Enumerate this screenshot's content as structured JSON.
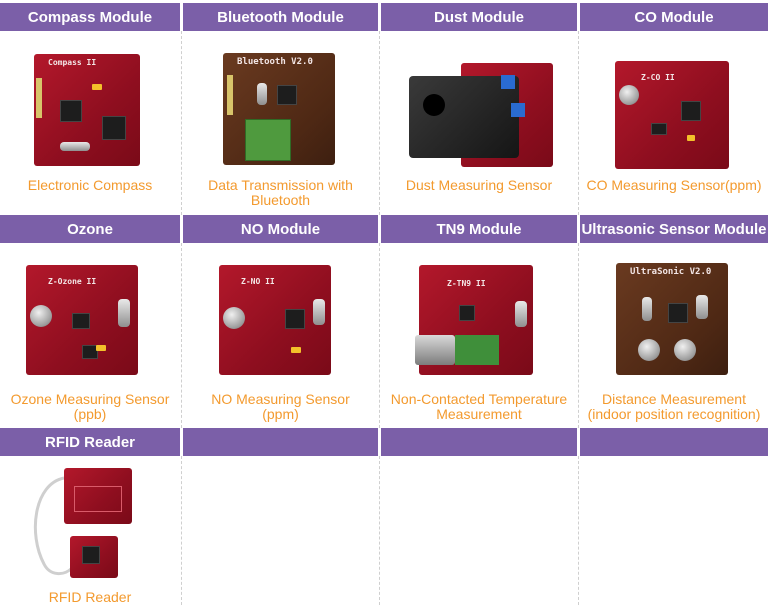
{
  "modules": [
    {
      "title": "Compass Module",
      "caption_lines": [
        "Electronic Compass"
      ],
      "board_text": "Compass II"
    },
    {
      "title": "Bluetooth Module",
      "caption_lines": [
        "Data Transmission with",
        "Bluetooth"
      ],
      "board_text": "Bluetooth V2.0"
    },
    {
      "title": "Dust Module",
      "caption_lines": [
        "Dust Measuring Sensor"
      ],
      "board_text": ""
    },
    {
      "title": "CO Module",
      "caption_lines": [
        "CO Measuring Sensor(ppm)"
      ],
      "board_text": "Z-CO II"
    },
    {
      "title": "Ozone",
      "caption_lines": [
        "Ozone Measuring Sensor",
        "(ppb)"
      ],
      "board_text": "Z-Ozone II"
    },
    {
      "title": "NO Module",
      "caption_lines": [
        "NO Measuring Sensor",
        "(ppm)"
      ],
      "board_text": "Z-NO II"
    },
    {
      "title": "TN9 Module",
      "caption_lines": [
        "Non-Contacted Temperature",
        "Measurement"
      ],
      "board_text": "Z-TN9 II"
    },
    {
      "title": "Ultrasonic Sensor Module",
      "caption_lines": [
        "Distance Measurement",
        "(indoor position recognition)"
      ],
      "board_text": "UltraSonic V2.0"
    },
    {
      "title": "RFID Reader",
      "caption_lines": [
        "RFID Reader"
      ],
      "board_text": ""
    },
    {
      "title": "",
      "caption_lines": [],
      "board_text": ""
    },
    {
      "title": "",
      "caption_lines": [],
      "board_text": ""
    },
    {
      "title": "",
      "caption_lines": [],
      "board_text": ""
    }
  ],
  "colors": {
    "header_bg": "#7b5fa8",
    "caption": "#f39a2e",
    "board_red": "#a51427",
    "board_brown": "#5a301a"
  }
}
